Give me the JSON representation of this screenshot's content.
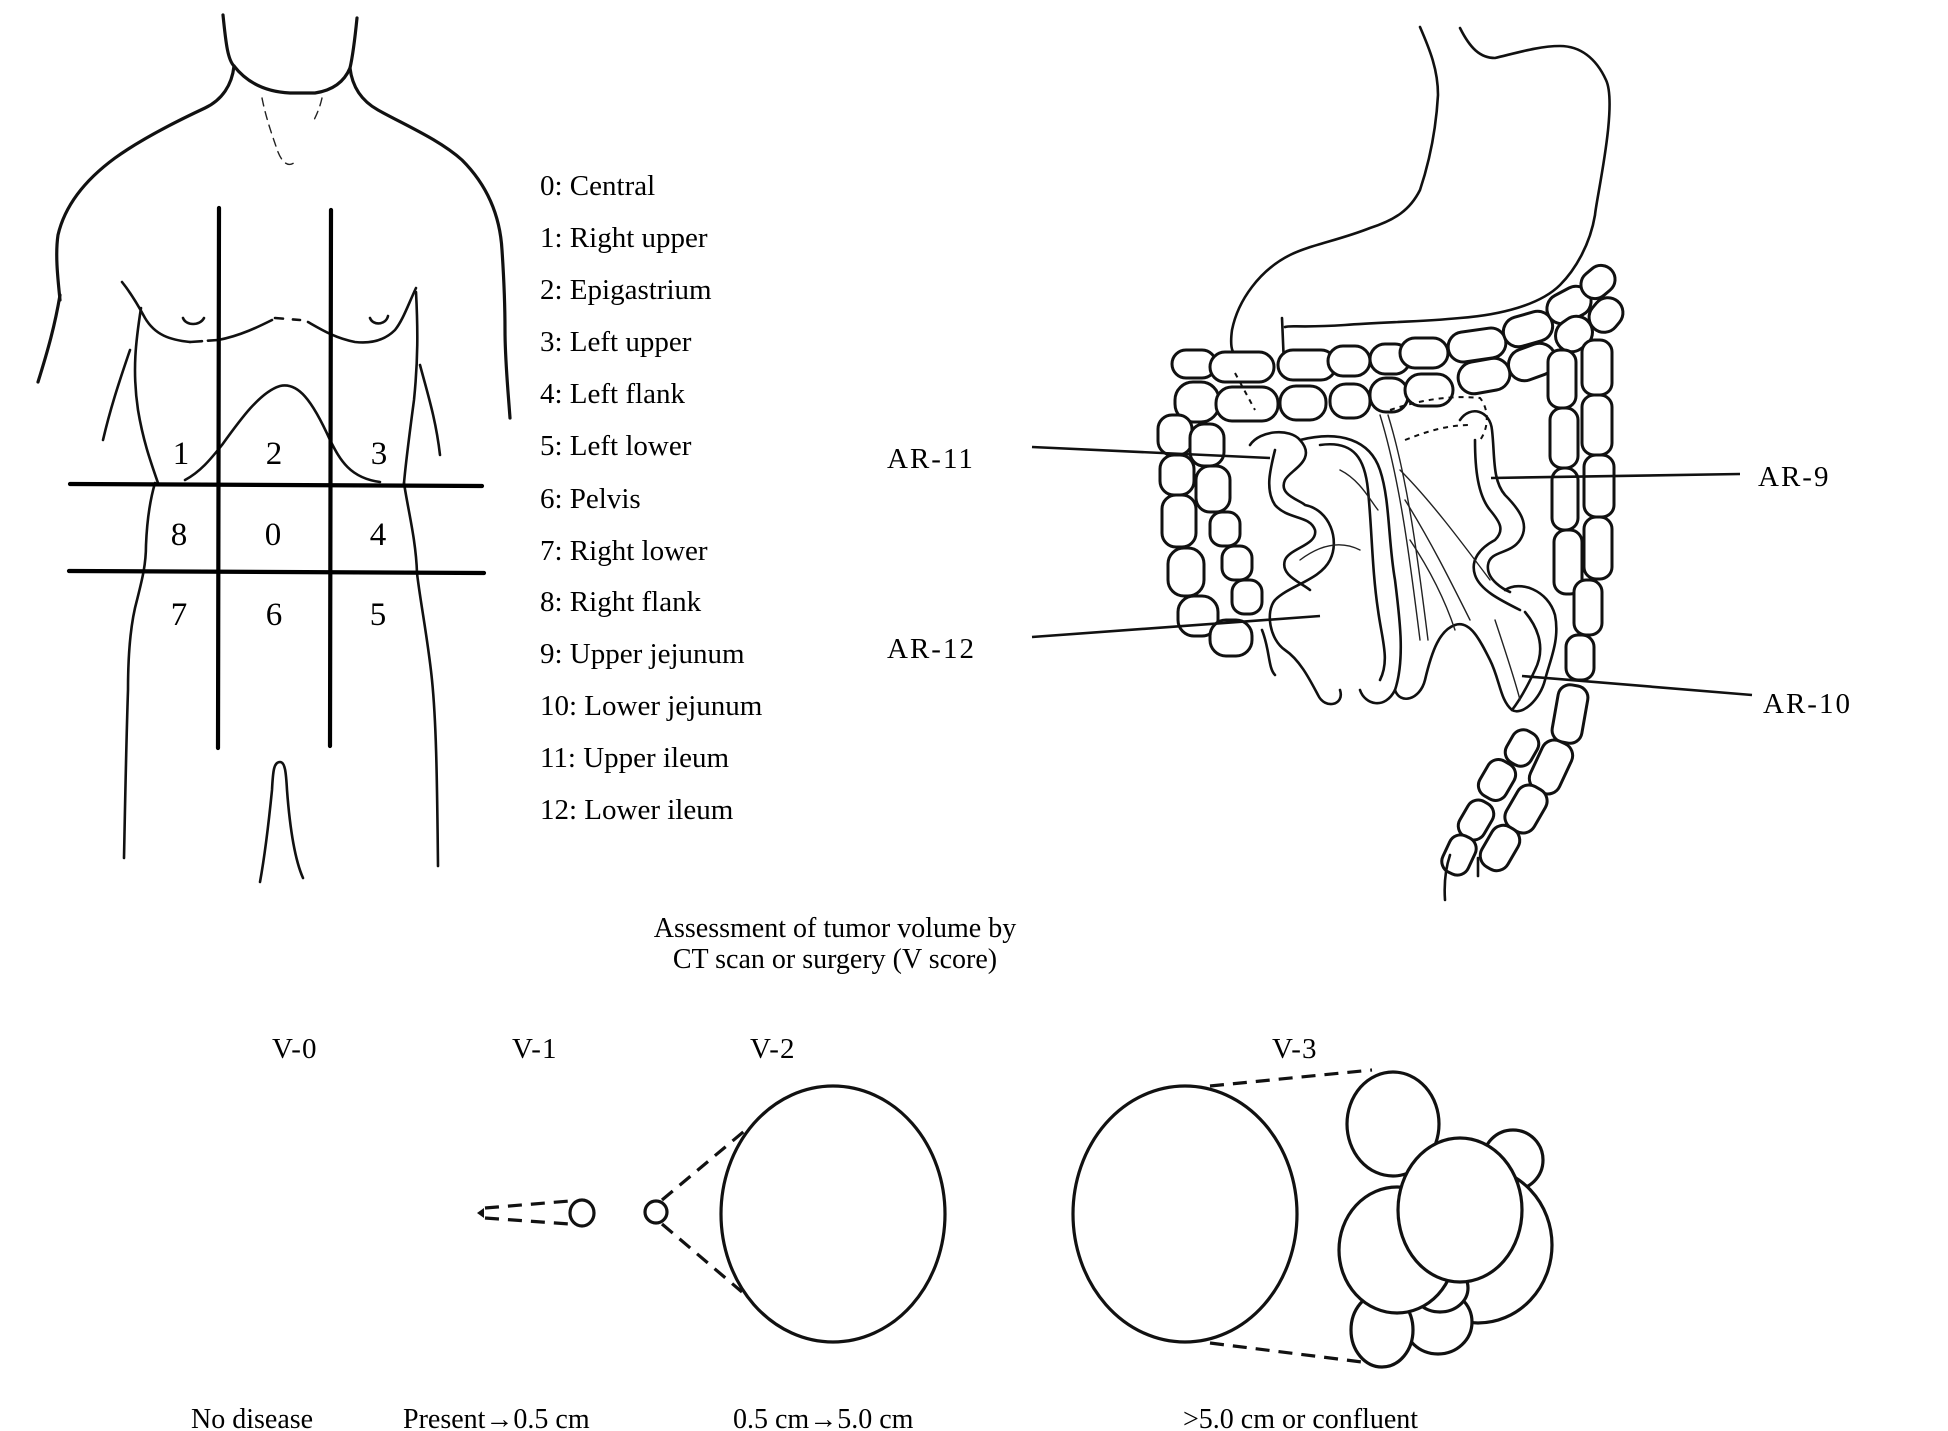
{
  "figure": {
    "body_regions": {
      "labels": [
        "1",
        "2",
        "3",
        "8",
        "0",
        "4",
        "7",
        "6",
        "5"
      ]
    },
    "legend": [
      "0: Central",
      "1: Right upper",
      "2: Epigastrium",
      "3: Left upper",
      "4: Left flank",
      "5: Left lower",
      "6: Pelvis",
      "7: Right lower",
      "8: Right flank",
      "9: Upper jejunum",
      "10: Lower jejunum",
      "11: Upper ileum",
      "12: Lower ileum"
    ],
    "intestine_labels": {
      "ar11": "AR-11",
      "ar12": "AR-12",
      "ar9": "AR-9",
      "ar10": "AR-10"
    },
    "vscore": {
      "title_line1": "Assessment of tumor volume by",
      "title_line2": "CT scan or surgery (V score)",
      "levels": [
        {
          "label": "V-0",
          "caption": "No disease"
        },
        {
          "label": "V-1",
          "caption": "Present→0.5 cm"
        },
        {
          "label": "V-2",
          "caption": "0.5 cm→5.0 cm"
        },
        {
          "label": "V-3",
          "caption": ">5.0 cm or confluent"
        }
      ]
    }
  }
}
